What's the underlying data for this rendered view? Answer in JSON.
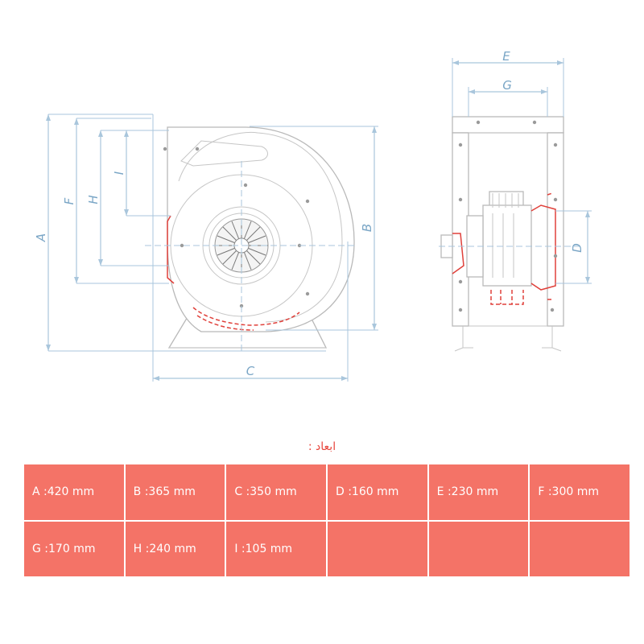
{
  "diagram": {
    "front_labels": {
      "A": "A",
      "F": "F",
      "H": "H",
      "I": "I",
      "B": "B",
      "C": "C"
    },
    "side_labels": {
      "E": "E",
      "G": "G",
      "D": "D"
    }
  },
  "title": "ابعاد :",
  "dimensions": [
    "A :420 mm",
    "B :365 mm",
    "C :350 mm",
    "D :160 mm",
    "E :230 mm",
    "F :300 mm",
    "G :170 mm",
    "H :240 mm",
    "I :105 mm",
    "",
    "",
    ""
  ],
  "colors": {
    "accent": "#f47367",
    "dimension_line": "#a9c6dc",
    "highlight": "#e0413b"
  }
}
